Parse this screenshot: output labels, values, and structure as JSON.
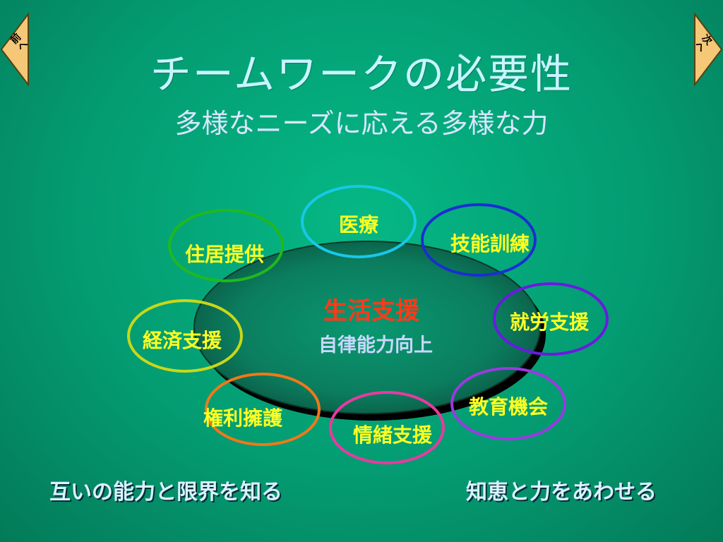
{
  "nav": {
    "prev_label": "前へ",
    "next_label": "次へ"
  },
  "title": "チームワークの必要性",
  "subtitle": "多様なニーズに応える多様な力",
  "center": {
    "main": "生活支援",
    "sub": "自律能力向上"
  },
  "nodes": [
    {
      "id": "medical",
      "label": "医療",
      "color": "#18c8e8"
    },
    {
      "id": "vocational-training",
      "label": "技能訓練",
      "color": "#1a2fd0"
    },
    {
      "id": "employment-support",
      "label": "就労支援",
      "color": "#6a1ae0"
    },
    {
      "id": "education",
      "label": "教育機会",
      "color": "#9a3ae0"
    },
    {
      "id": "emotional-support",
      "label": "情緒支援",
      "color": "#e83aa0"
    },
    {
      "id": "advocacy",
      "label": "権利擁護",
      "color": "#f07818"
    },
    {
      "id": "economic-support",
      "label": "経済支援",
      "color": "#c8d818"
    },
    {
      "id": "housing",
      "label": "住居提供",
      "color": "#20b820"
    }
  ],
  "bottom": {
    "left": "互いの能力と限界を知る",
    "right": "知恵と力をあわせる"
  },
  "colors": {
    "node_text": "#ffff22",
    "center_main": "#ff3a1a",
    "center_sub": "#c8d8ff"
  }
}
